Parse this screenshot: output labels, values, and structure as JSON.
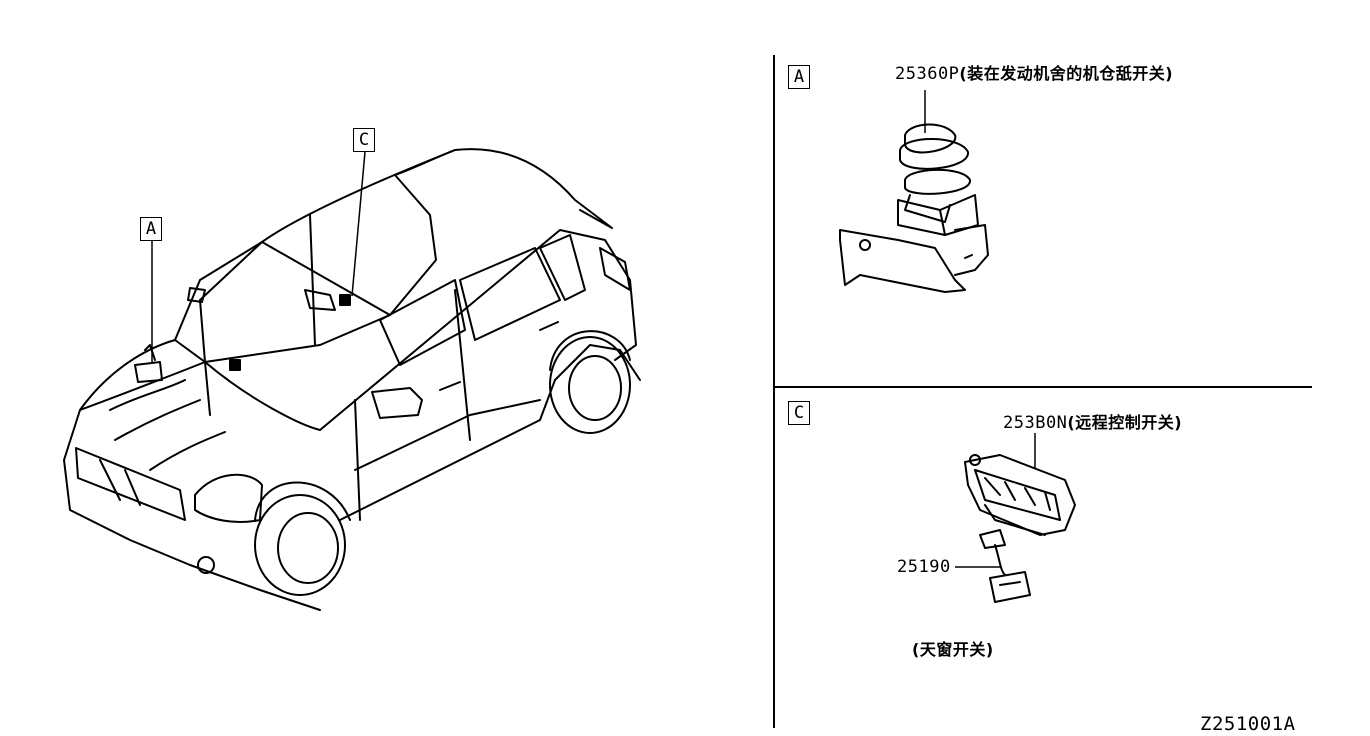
{
  "overview": {
    "callout_a": "A",
    "callout_c": "C"
  },
  "panel_a": {
    "box_label": "A",
    "part_number": "25360P",
    "part_desc": "(装在发动机舍的机仓舐开关)"
  },
  "panel_c": {
    "box_label": "C",
    "part1_number": "253B0N",
    "part1_desc": "(远程控制开关)",
    "part2_number": "25190",
    "part2_desc": "(天窗开关)"
  },
  "figure_code": "Z251001A"
}
